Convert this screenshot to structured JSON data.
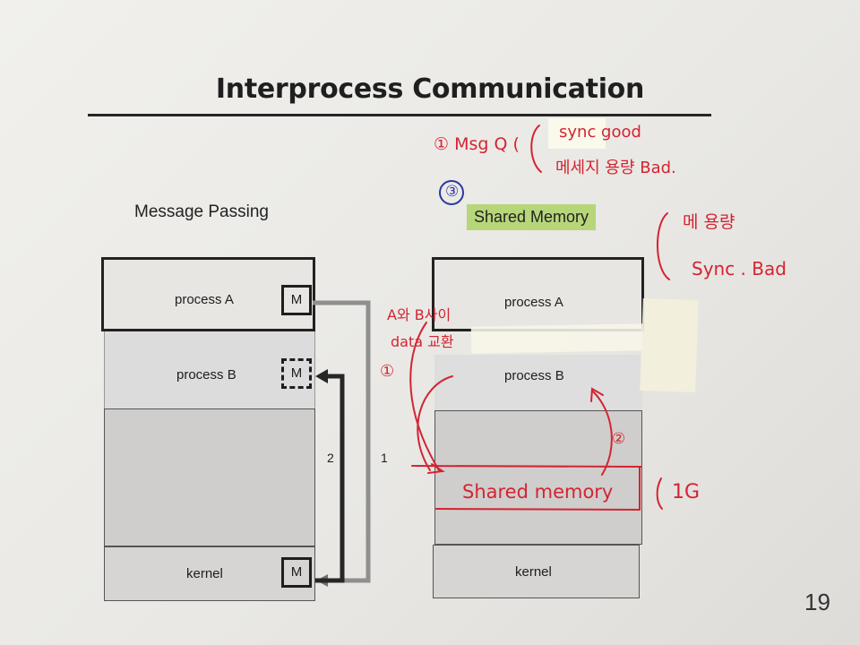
{
  "title": "Interprocess Communication",
  "left": {
    "heading": "Message Passing",
    "process_a": "process A",
    "process_b": "process B",
    "kernel": "kernel",
    "m_label": "M",
    "arrow_1": "1",
    "arrow_2": "2"
  },
  "right": {
    "heading": "Shared Memory",
    "process_a": "process A",
    "process_b": "process B",
    "kernel": "kernel"
  },
  "annotations": {
    "note1_line1": "① Msg Q (",
    "note1_sync": "sync good",
    "note1_line2": "메세지 용량 Bad.",
    "note3_num": "③",
    "note_right_1": "메 용량",
    "note_right_2": "Sync . Bad",
    "note_ab_1": "A와 B사이",
    "note_ab_2": "data 교환",
    "circle_1": "①",
    "circle_2": "②",
    "shared_memory": "Shared memory",
    "size": "1G"
  },
  "page_number": "19"
}
